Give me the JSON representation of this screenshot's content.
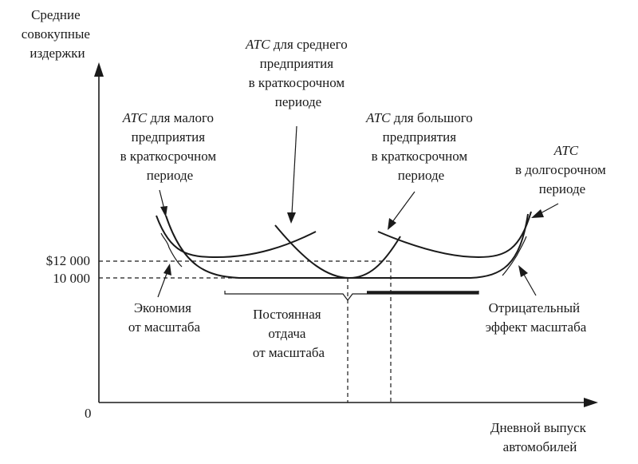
{
  "axes": {
    "y_label": [
      "Средние",
      "совокупные",
      "издержки"
    ],
    "x_label": [
      "Дневной выпуск",
      "автомобилей"
    ],
    "origin": "0",
    "ticks": [
      "$12 000",
      "10 000"
    ]
  },
  "labels": {
    "small": {
      "atc": "ATC",
      "rest": " для малого",
      "lines": [
        "предприятия",
        "в краткосрочном",
        "периоде"
      ]
    },
    "medium": {
      "atc": "ATC",
      "rest": " для среднего",
      "lines": [
        "предприятия",
        "в краткосрочном",
        "периоде"
      ]
    },
    "large": {
      "atc": "ATC",
      "rest": " для большого",
      "lines": [
        "предприятия",
        "в краткосрочном",
        "периоде"
      ]
    },
    "long_run": {
      "atc": "ATC",
      "lines": [
        "в долгосрочном",
        "периоде"
      ]
    },
    "economies": [
      "Экономия",
      "от масштаба"
    ],
    "constant": [
      "Постоянная",
      "отдача",
      "от масштаба"
    ],
    "diseconomies": [
      "Отрицательный",
      "эффект масштаба"
    ]
  }
}
